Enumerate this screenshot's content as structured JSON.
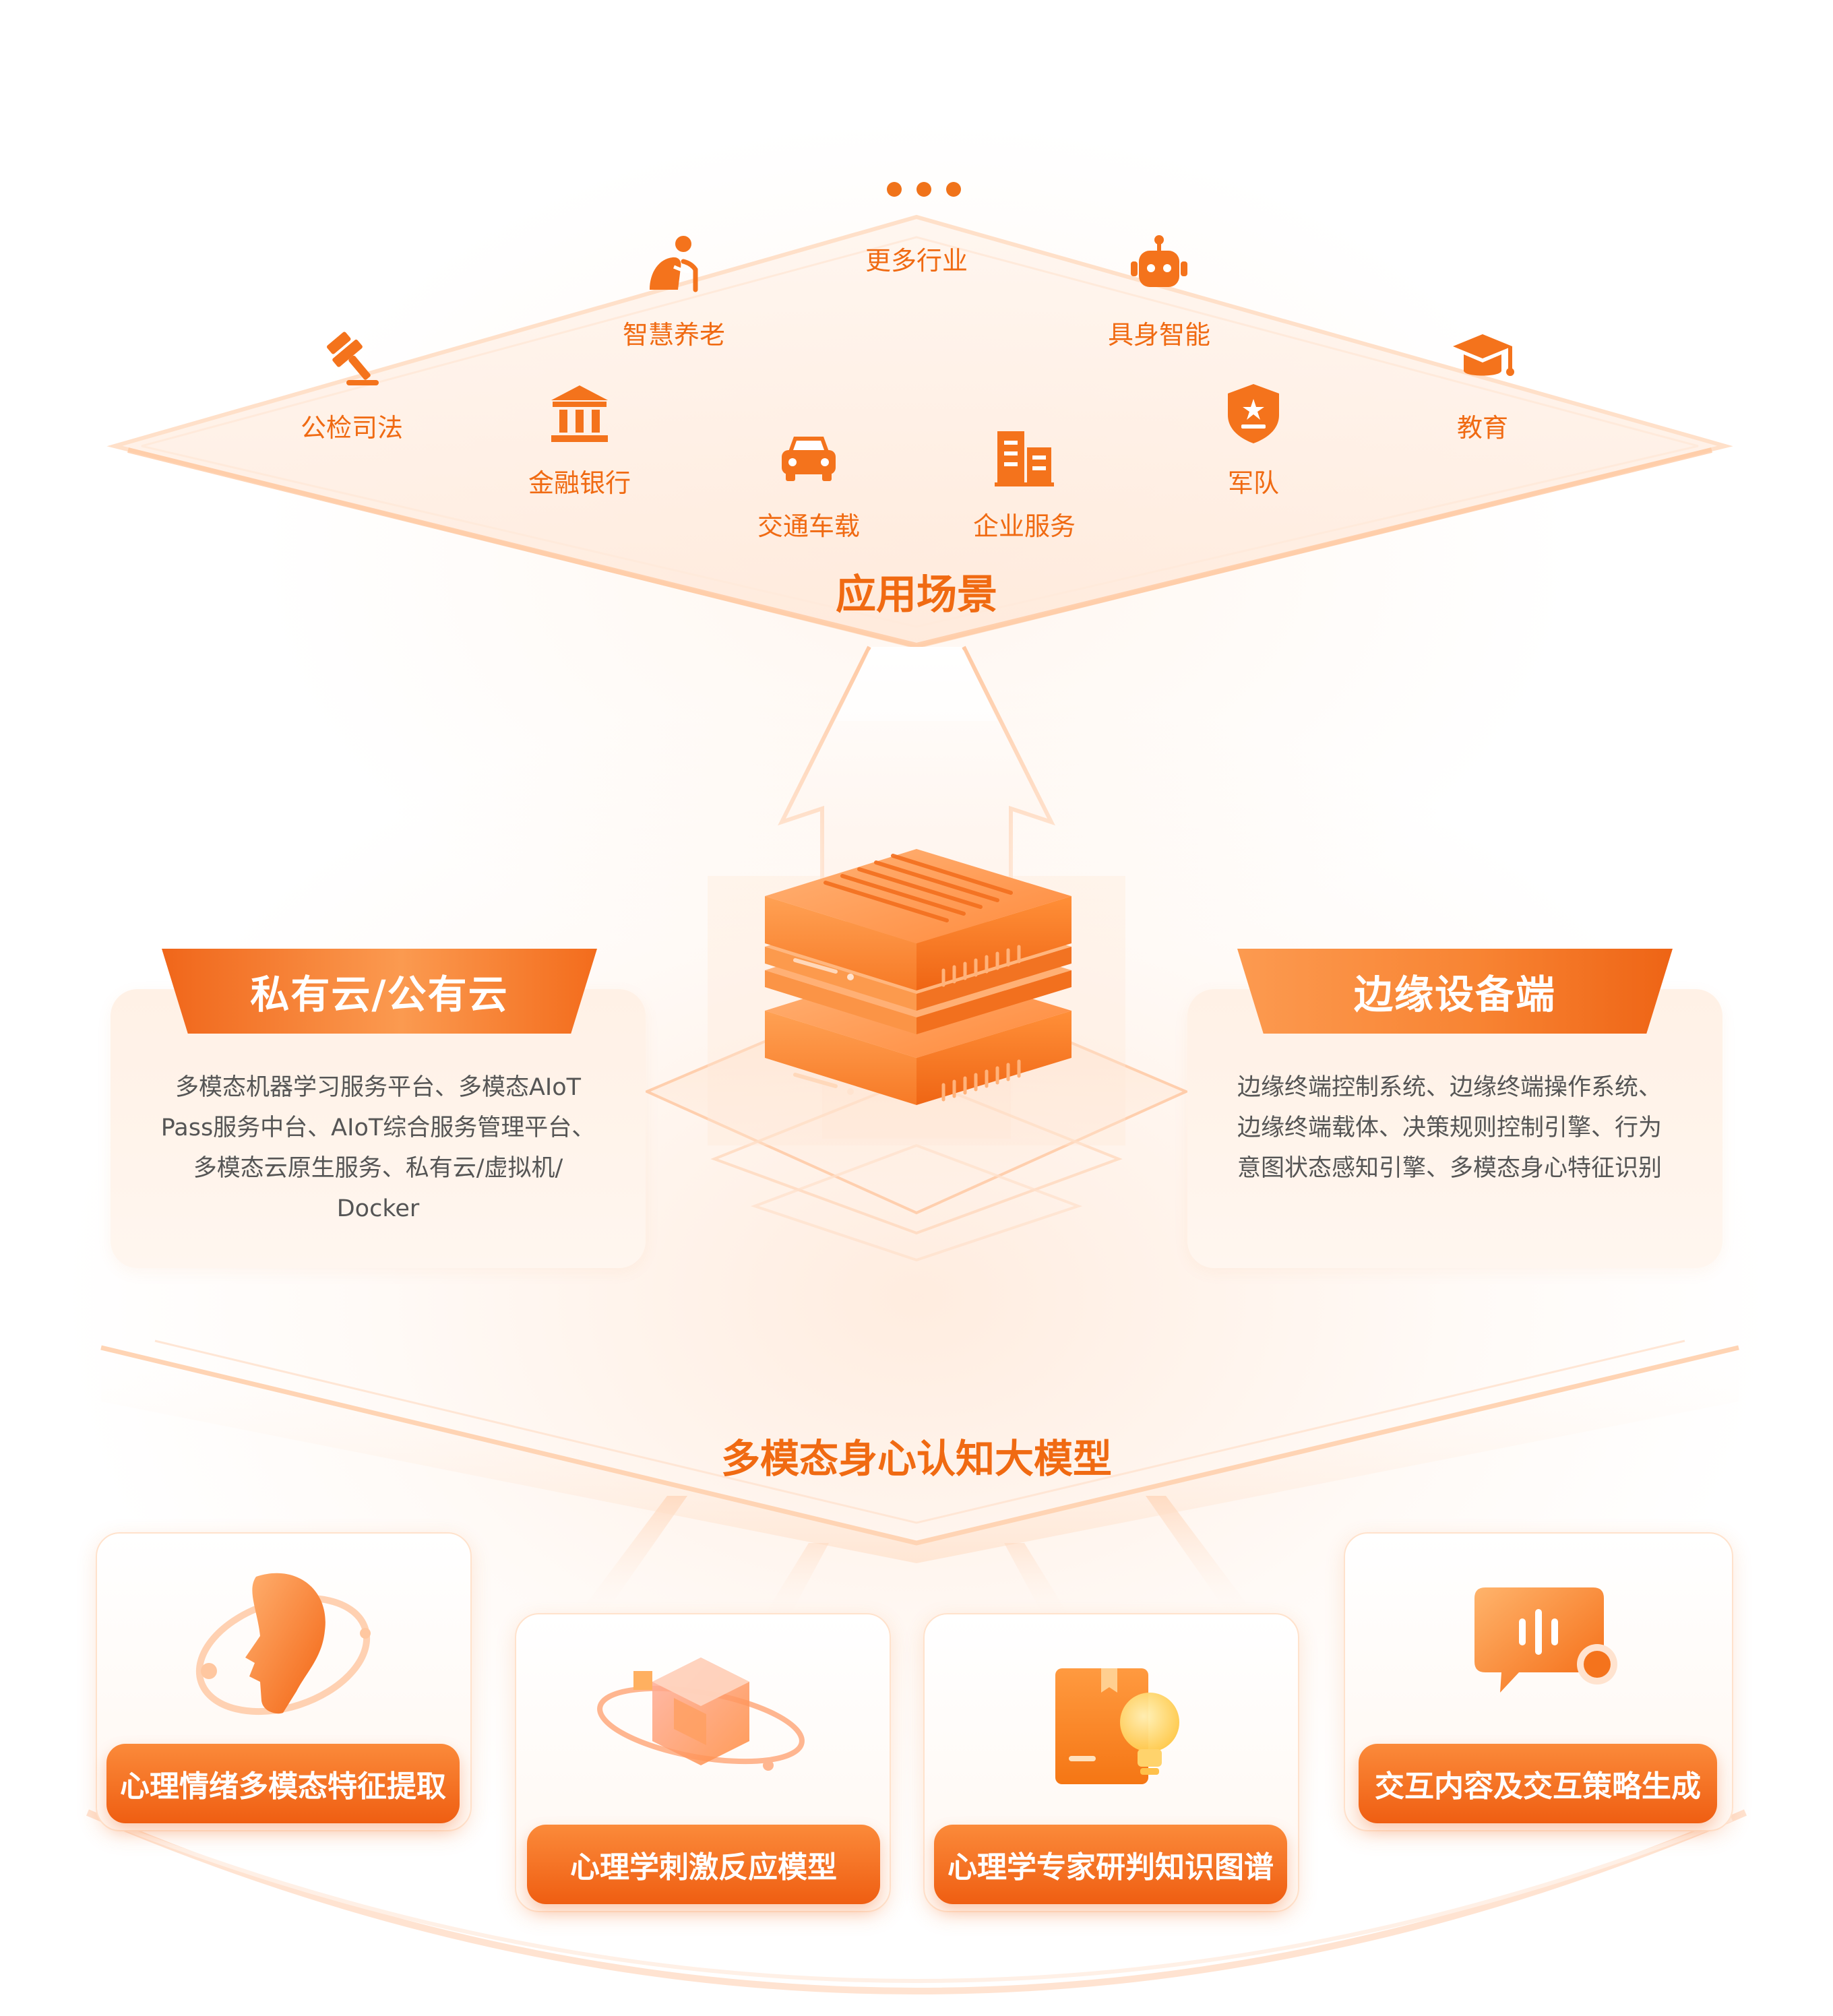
{
  "colors": {
    "accent": "#f06a12",
    "accent_light": "#fb9a50",
    "card_bg": "#fff3ea"
  },
  "scene": {
    "title": "应用场景",
    "industries": [
      {
        "label": "更多行业",
        "icon": "more-dots-icon"
      },
      {
        "label": "智慧养老",
        "icon": "elderly-person-icon"
      },
      {
        "label": "具身智能",
        "icon": "robot-icon"
      },
      {
        "label": "公检司法",
        "icon": "gavel-icon"
      },
      {
        "label": "金融银行",
        "icon": "bank-icon"
      },
      {
        "label": "交通车载",
        "icon": "car-icon"
      },
      {
        "label": "企业服务",
        "icon": "office-building-icon"
      },
      {
        "label": "军队",
        "icon": "military-shield-icon"
      },
      {
        "label": "教育",
        "icon": "graduation-cap-icon"
      }
    ]
  },
  "cloud_private": {
    "title": "私有云/公有云",
    "lines": [
      "多模态机器学习服务平台、多模态AIoT",
      "Pass服务中台、AIoT综合服务管理平台、",
      "多模态云原生服务、私有云/虚拟机/",
      "Docker"
    ]
  },
  "edge": {
    "title": "边缘设备端",
    "lines": [
      "边缘终端控制系统、边缘终端操作系统、",
      "边缘终端载体、决策规则控制引擎、行为",
      "意图状态感知引擎、多模态身心特征识别"
    ]
  },
  "model": {
    "title": "多模态身心认知大模型",
    "features": [
      {
        "label": "心理情绪多模态特征提取",
        "icon": "head-profile-icon"
      },
      {
        "label": "心理学刺激反应模型",
        "icon": "cube-orbit-icon"
      },
      {
        "label": "心理学专家研判知识图谱",
        "icon": "book-lightbulb-icon"
      },
      {
        "label": "交互内容及交互策略生成",
        "icon": "chat-bubble-icon"
      }
    ]
  }
}
